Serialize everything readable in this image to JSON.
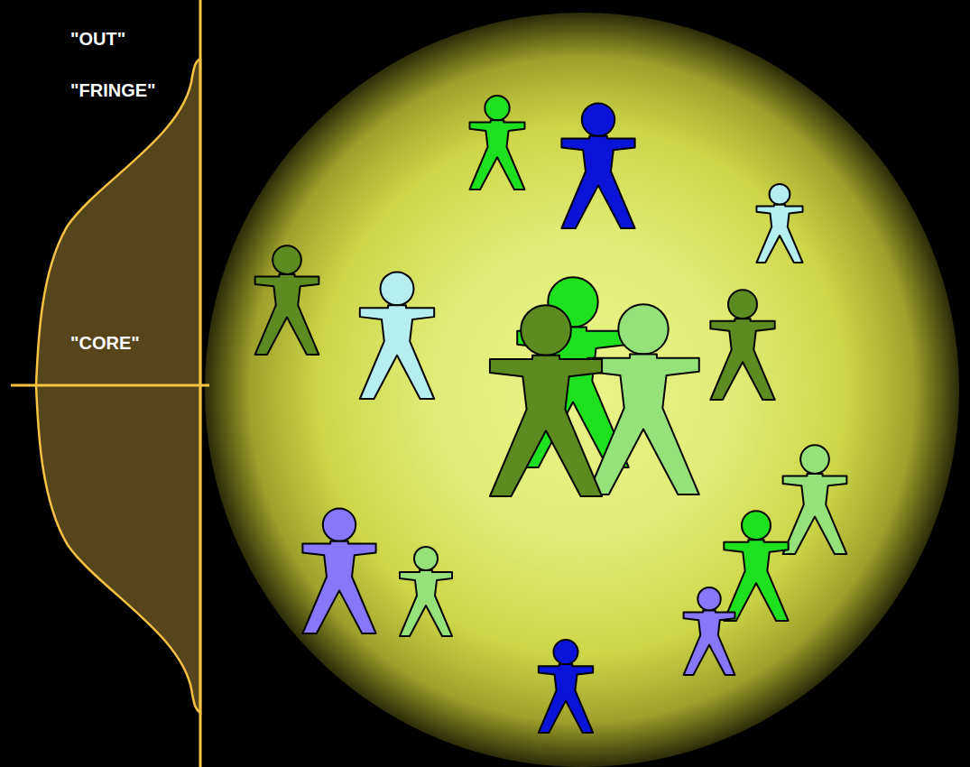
{
  "diagram": {
    "labels": [
      "\"OUT\"",
      "\"FRINGE\"",
      "\"CORE\""
    ]
  }
}
